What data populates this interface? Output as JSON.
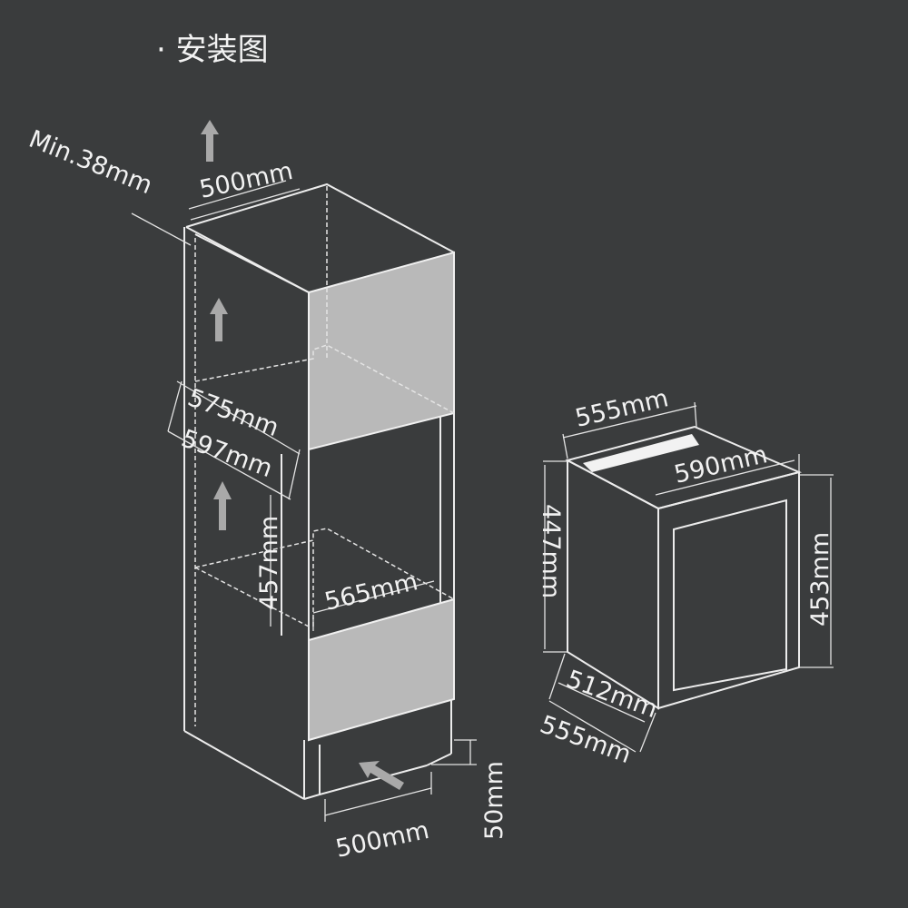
{
  "title": "· 安装图",
  "cabinet_labels": {
    "min_gap": "Min.38mm",
    "top_depth": "500mm",
    "niche_depth_inner": "575mm",
    "niche_depth_outer": "597mm",
    "niche_height": "457mm",
    "niche_width": "565mm",
    "vent_width": "500mm",
    "vent_height": "50mm"
  },
  "appliance_labels": {
    "top_width": "555mm",
    "depth_top": "590mm",
    "side_height": "447mm",
    "front_height": "453mm",
    "bottom_depth_inner": "512mm",
    "bottom_depth_outer": "555mm"
  },
  "colors": {
    "background": "#3a3c3d",
    "line": "#ececec",
    "panel": "#b9b9b9",
    "arrow": "#a9a9a9"
  }
}
